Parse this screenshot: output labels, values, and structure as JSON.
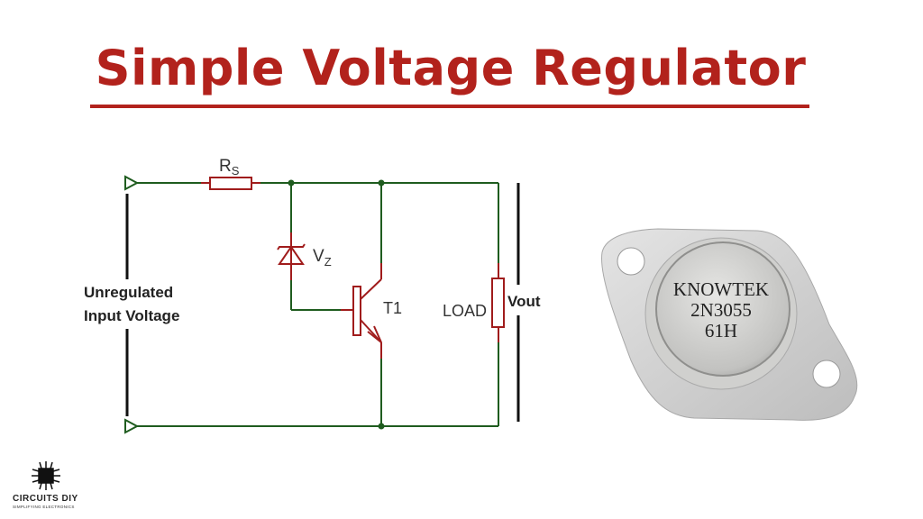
{
  "title": "Simple Voltage Regulator",
  "circuit": {
    "resistor_label": "R",
    "resistor_sub": "S",
    "zener_label": "V",
    "zener_sub": "Z",
    "transistor_label": "T1",
    "load_label": "LOAD",
    "output_label": "Vout",
    "input_label_line1": "Unregulated",
    "input_label_line2": "Input Voltage",
    "colors": {
      "wire": "#1f5c1f",
      "component": "#a01c1c"
    }
  },
  "transistor_photo": {
    "marking_line1": "KNOWTEK",
    "marking_line2": "2N3055",
    "marking_line3": "61H"
  },
  "logo": {
    "name": "CIRCUITS DIY",
    "tagline": "SIMPLIFYING ELECTRONICS"
  }
}
